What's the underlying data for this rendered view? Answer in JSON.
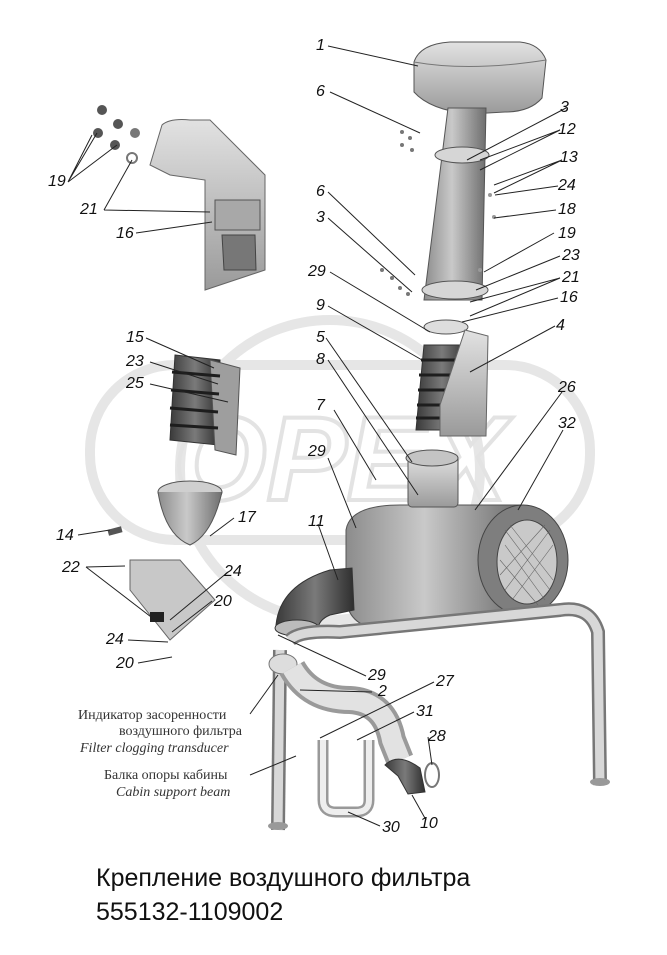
{
  "title": {
    "line1": "Крепление воздушного фильтра",
    "line2": "555132-1109002"
  },
  "watermark_text": "OPEX",
  "annotations": {
    "clogging_indicator_ru_1": "Индикатор засоренности",
    "clogging_indicator_ru_2": "воздушного фильтра",
    "clogging_indicator_en": "Filter clogging transducer",
    "beam_ru": "Балка опоры кабины",
    "beam_en": "Cabin support beam"
  },
  "callouts": {
    "c1": "1",
    "c6a": "6",
    "c3a": "3",
    "c12": "12",
    "c13": "13",
    "c24a": "24",
    "c18": "18",
    "c6b": "6",
    "c3b": "3",
    "c19a": "19",
    "c23a": "23",
    "c21a": "21",
    "c29a": "29",
    "c16a": "16",
    "c9": "9",
    "c5": "5",
    "c4": "4",
    "c8": "8",
    "c26": "26",
    "c7": "7",
    "c32": "32",
    "c29b": "29",
    "c11": "11",
    "c19b": "19",
    "c21b": "21",
    "c16b": "16",
    "c15": "15",
    "c23b": "23",
    "c25": "25",
    "c14": "14",
    "c17": "17",
    "c22": "22",
    "c24b": "24",
    "c20a": "20",
    "c24c": "24",
    "c20b": "20",
    "c29c": "29",
    "c2": "2",
    "c27": "27",
    "c31": "31",
    "c28": "28",
    "c30": "30",
    "c10": "10"
  }
}
